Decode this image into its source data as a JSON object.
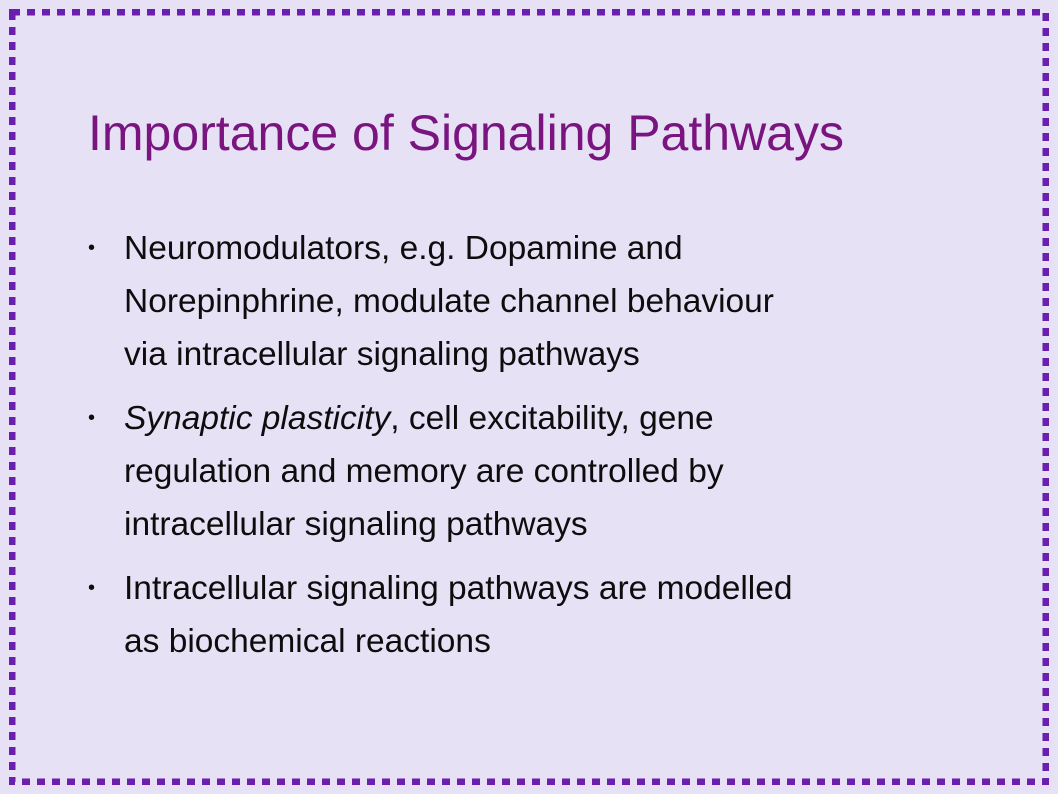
{
  "slide": {
    "title": "Importance of Signaling Pathways",
    "bullet_marker": "•",
    "bullets": [
      {
        "lines": [
          "Neuromodulators, e.g. Dopamine and",
          "Norepinphrine, modulate channel behaviour",
          "via intracellular signaling pathways"
        ]
      },
      {
        "lead_emphasis": "Synaptic plasticity",
        "lines": [
          ", cell excitability, gene",
          "regulation and memory are controlled by",
          "intracellular signaling pathways"
        ]
      },
      {
        "lines": [
          "Intracellular signaling pathways are modelled",
          "as biochemical reactions"
        ]
      }
    ]
  },
  "colors": {
    "background": "#e6e1f5",
    "border": "#6a1fae",
    "title": "#7a1580",
    "body_text": "#0d0d0d"
  }
}
